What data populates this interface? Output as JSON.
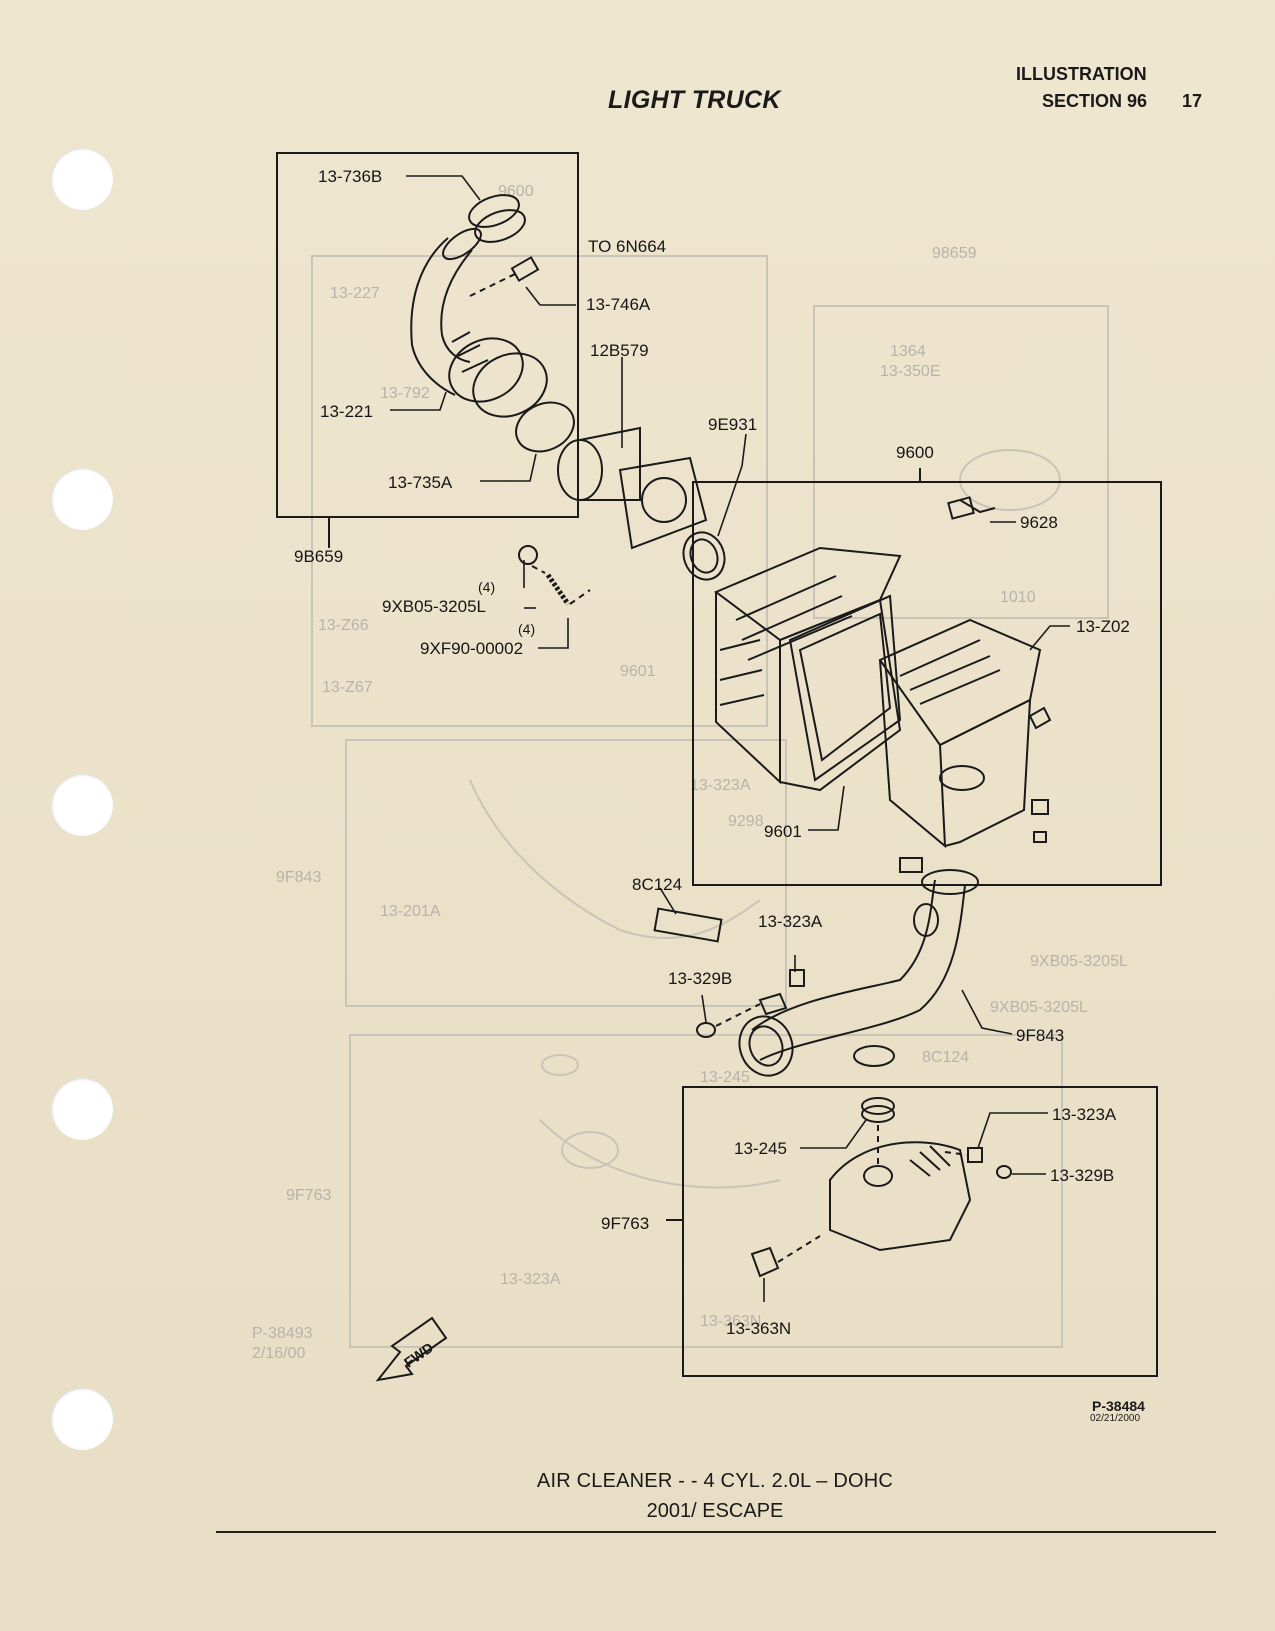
{
  "header": {
    "title": "LIGHT TRUCK",
    "illustration": "ILLUSTRATION",
    "section": "SECTION 96",
    "page": "17"
  },
  "callouts": {
    "top_group": "9B659",
    "filter_group": "9600",
    "bottom_group": "9F763",
    "c_13_736b": "13-736B",
    "c_to_6n664": "TO 6N664",
    "c_13_746a": "13-746A",
    "c_12b579": "12B579",
    "c_13_221": "13-221",
    "c_9e931": "9E931",
    "c_13_735a": "13-735A",
    "c_9628": "9628",
    "c_qty_4a": "(4)",
    "c_9xb05": "9XB05-3205L",
    "c_qty_4b": "(4)",
    "c_9xf90": "9XF90-00002",
    "c_13_z02": "13-Z02",
    "c_9601": "9601",
    "c_8c124": "8C124",
    "c_13_323a_mid": "13-323A",
    "c_13_329b_mid": "13-329B",
    "c_9f843": "9F843",
    "c_13_245": "13-245",
    "c_13_323a_low": "13-323A",
    "c_13_329b_low": "13-329B",
    "c_13_363n": "13-363N",
    "fwd": "FWD"
  },
  "ghost_text": {
    "g1": "9600",
    "g2": "13-227",
    "g3": "98659",
    "g4": "1364",
    "g5": "13-350E",
    "g6": "13-792",
    "g7": "1010",
    "g8": "13-Z66",
    "g9": "9601",
    "g10": "13-Z67",
    "g11": "9298",
    "g12": "13-323A",
    "g13": "9F843",
    "g14": "13-201A",
    "g15": "9XB05-3205L",
    "g16": "9XB05-3205L",
    "g17": "8C124",
    "g18": "13-245",
    "g19": "9F763",
    "g20": "13-323A",
    "g21": "P-38493",
    "g22": "2/16/00",
    "g23": "13-363N"
  },
  "footer": {
    "drawing_ref": "P-38484",
    "drawing_date": "02/21/2000",
    "caption_line1": "AIR CLEANER - - 4 CYL. 2.0L – DOHC",
    "caption_line2": "2001/ ESCAPE"
  }
}
